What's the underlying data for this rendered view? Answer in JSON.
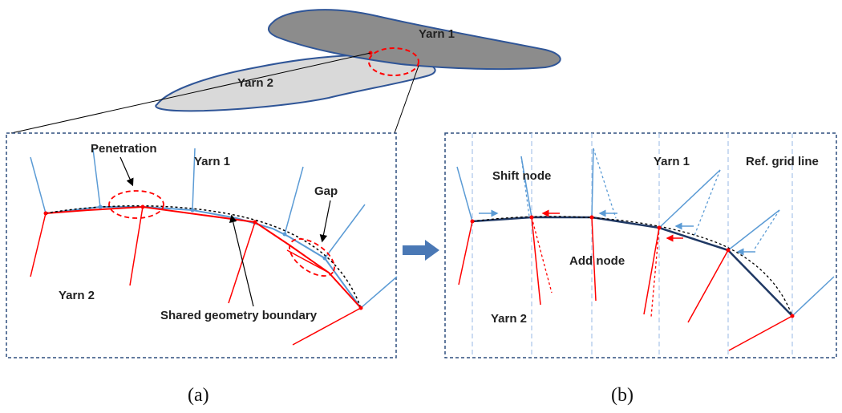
{
  "colors": {
    "yarn1_fill": "#8c8c8c",
    "yarn2_fill": "#d9d9d9",
    "outline": "#2f5597",
    "red": "#ff0000",
    "blue": "#5b9bd5",
    "light_blue": "#a9c4e8",
    "box": "#2f4f7f",
    "arrow": "#4a78b5"
  },
  "top": {
    "yarn1_label": "Yarn 1",
    "yarn2_label": "Yarn 2"
  },
  "panel_a": {
    "penetration_label": "Penetration",
    "yarn1_label": "Yarn 1",
    "gap_label": "Gap",
    "yarn2_label": "Yarn 2",
    "boundary_label": "Shared geometry boundary",
    "caption": "(a)"
  },
  "panel_b": {
    "shift_label": "Shift node",
    "yarn1_label": "Yarn 1",
    "grid_label": "Ref. grid line",
    "add_label": "Add node",
    "yarn2_label": "Yarn 2",
    "caption": "(b)"
  }
}
